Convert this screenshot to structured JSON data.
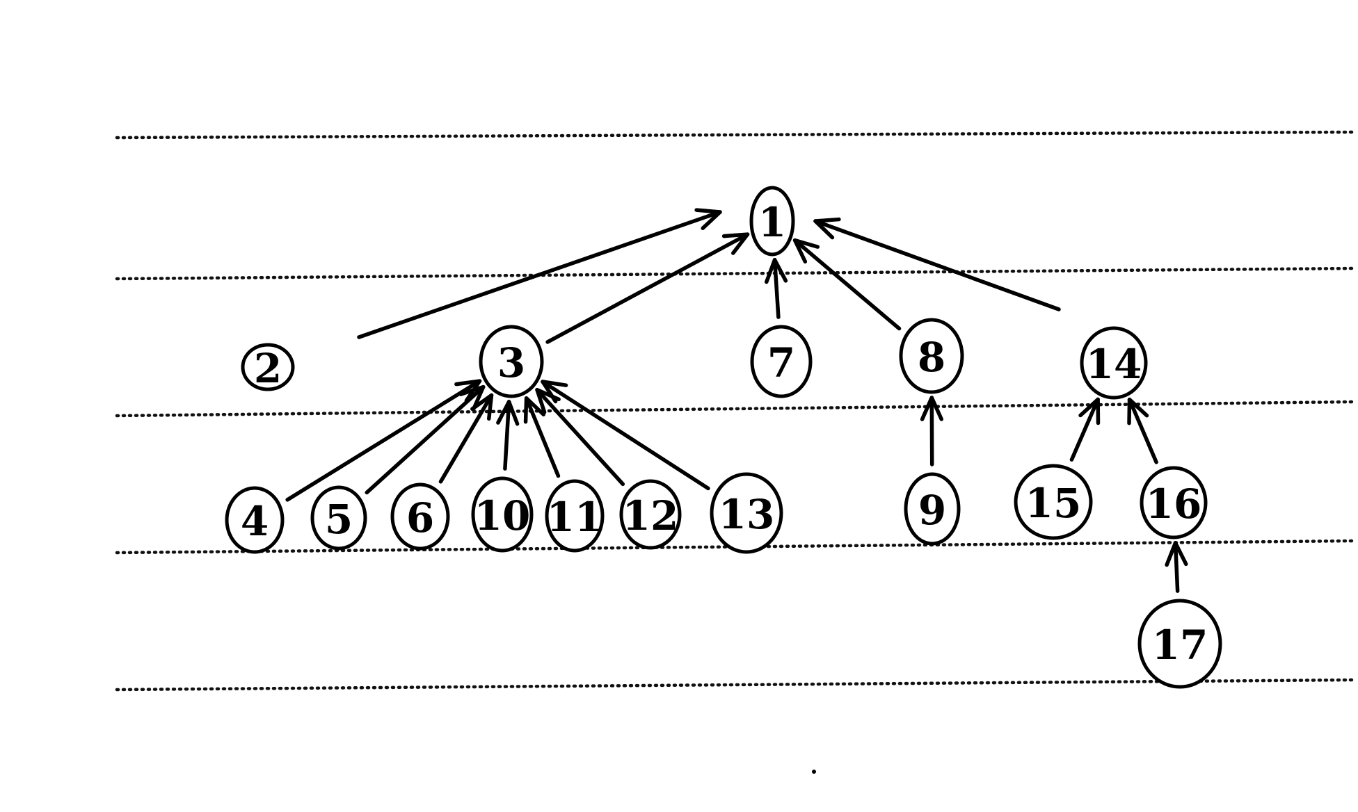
{
  "nodes": [
    {
      "id": "1",
      "label": "1"
    },
    {
      "id": "2",
      "label": "2"
    },
    {
      "id": "3",
      "label": "3"
    },
    {
      "id": "4",
      "label": "4"
    },
    {
      "id": "5",
      "label": "5"
    },
    {
      "id": "6",
      "label": "6"
    },
    {
      "id": "7",
      "label": "7"
    },
    {
      "id": "8",
      "label": "8"
    },
    {
      "id": "9",
      "label": "9"
    },
    {
      "id": "10",
      "label": "10"
    },
    {
      "id": "11",
      "label": "11"
    },
    {
      "id": "12",
      "label": "12"
    },
    {
      "id": "13",
      "label": "13"
    },
    {
      "id": "14",
      "label": "14"
    },
    {
      "id": "15",
      "label": "15"
    },
    {
      "id": "16",
      "label": "16"
    },
    {
      "id": "17",
      "label": "17"
    }
  ],
  "edges": [
    {
      "from": "2",
      "to": "1"
    },
    {
      "from": "3",
      "to": "1"
    },
    {
      "from": "7",
      "to": "1"
    },
    {
      "from": "8",
      "to": "1"
    },
    {
      "from": "14",
      "to": "1"
    },
    {
      "from": "4",
      "to": "3"
    },
    {
      "from": "5",
      "to": "3"
    },
    {
      "from": "6",
      "to": "3"
    },
    {
      "from": "10",
      "to": "3"
    },
    {
      "from": "11",
      "to": "3"
    },
    {
      "from": "12",
      "to": "3"
    },
    {
      "from": "13",
      "to": "3"
    },
    {
      "from": "9",
      "to": "8"
    },
    {
      "from": "15",
      "to": "14"
    },
    {
      "from": "16",
      "to": "14"
    },
    {
      "from": "17",
      "to": "16"
    }
  ]
}
